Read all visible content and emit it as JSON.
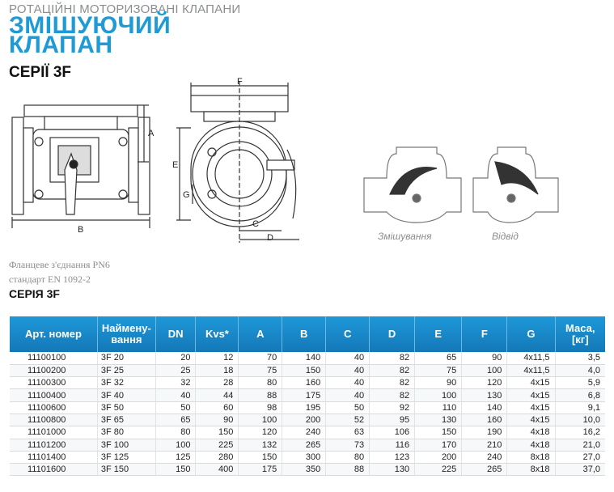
{
  "header": {
    "category": "РОТАЦІЙНІ МОТОРИЗОВАНІ КЛАПАНИ",
    "title_line1": "ЗМІШУЮЧИЙ",
    "title_line2": "КЛАПАН",
    "series": "СЕРІЇ 3F"
  },
  "drawing": {
    "dim_labels": [
      "A",
      "B",
      "C",
      "D",
      "E",
      "F",
      "G"
    ],
    "caption_mix": "Змішування",
    "caption_divert": "Відвід"
  },
  "notes": {
    "line1": "Фланцеве з'єднання PN6",
    "line2": "стандарт EN 1092-2",
    "series": "СЕРІЯ 3F"
  },
  "table": {
    "headers": [
      "Арт. номер",
      "Наймену-\nвання",
      "DN",
      "Kvs*",
      "A",
      "B",
      "C",
      "D",
      "E",
      "F",
      "G",
      "Маса,\n[кг]"
    ],
    "rows": [
      [
        "11100100",
        "3F 20",
        "20",
        "12",
        "70",
        "140",
        "40",
        "82",
        "65",
        "90",
        "4x11,5",
        "3,5"
      ],
      [
        "11100200",
        "3F 25",
        "25",
        "18",
        "75",
        "150",
        "40",
        "82",
        "75",
        "100",
        "4x11,5",
        "4,0"
      ],
      [
        "11100300",
        "3F 32",
        "32",
        "28",
        "80",
        "160",
        "40",
        "82",
        "90",
        "120",
        "4x15",
        "5,9"
      ],
      [
        "11100400",
        "3F 40",
        "40",
        "44",
        "88",
        "175",
        "40",
        "82",
        "100",
        "130",
        "4x15",
        "6,8"
      ],
      [
        "11100600",
        "3F 50",
        "50",
        "60",
        "98",
        "195",
        "50",
        "92",
        "110",
        "140",
        "4x15",
        "9,1"
      ],
      [
        "11100800",
        "3F 65",
        "65",
        "90",
        "100",
        "200",
        "52",
        "95",
        "130",
        "160",
        "4x15",
        "10,0"
      ],
      [
        "11101000",
        "3F 80",
        "80",
        "150",
        "120",
        "240",
        "63",
        "106",
        "150",
        "190",
        "4x18",
        "16,2"
      ],
      [
        "11101200",
        "3F 100",
        "100",
        "225",
        "132",
        "265",
        "73",
        "116",
        "170",
        "210",
        "4x18",
        "21,0"
      ],
      [
        "11101400",
        "3F 125",
        "125",
        "280",
        "150",
        "300",
        "80",
        "123",
        "200",
        "240",
        "8x18",
        "27,0"
      ],
      [
        "11101600",
        "3F 150",
        "150",
        "400",
        "175",
        "350",
        "88",
        "130",
        "225",
        "265",
        "8x18",
        "37,0"
      ]
    ]
  }
}
